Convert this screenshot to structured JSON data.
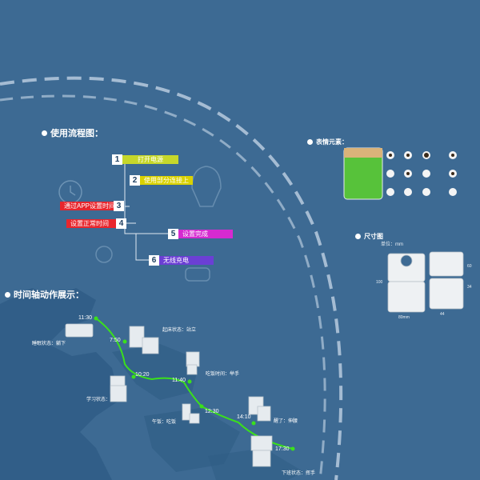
{
  "sections": {
    "flow_title": "使用流程图：",
    "timeline_title": "时间轴动作展示：",
    "expression_title": "表情元素：",
    "size_title": "尺寸图",
    "unit_label": "单位：mm"
  },
  "steps": [
    {
      "num": "1",
      "label": "打开电源",
      "color": "#c6d72a"
    },
    {
      "num": "2",
      "label": "使用部分连接上",
      "color": "#d9d100"
    },
    {
      "num": "3",
      "label": "通过APP设置时间",
      "color": "#e8262d"
    },
    {
      "num": "4",
      "label": "设置正常时间",
      "color": "#e8262d"
    },
    {
      "num": "5",
      "label": "设置完成",
      "color": "#d62ad0"
    },
    {
      "num": "6",
      "label": "无线充电",
      "color": "#6b3fd4"
    }
  ],
  "timeline": {
    "times": [
      "11:30",
      "7:50",
      "10:20",
      "11:40",
      "12:30",
      "14:10",
      "17:30"
    ],
    "captions": [
      "睡眠状态：躺下",
      "起床状态：站立",
      "学习状态：",
      "吃饭时间：举手",
      "午饭：吃饭",
      "醒了：伸腰",
      "下班状态：挥手"
    ]
  },
  "dimensions": {
    "height": "100",
    "width": "80mm",
    "depth": "44",
    "side_a": "60",
    "side_b": "34"
  },
  "colors": {
    "background": "#3d6a93",
    "timeline_line": "#3be01c",
    "dashes": "#c8d8e8"
  }
}
